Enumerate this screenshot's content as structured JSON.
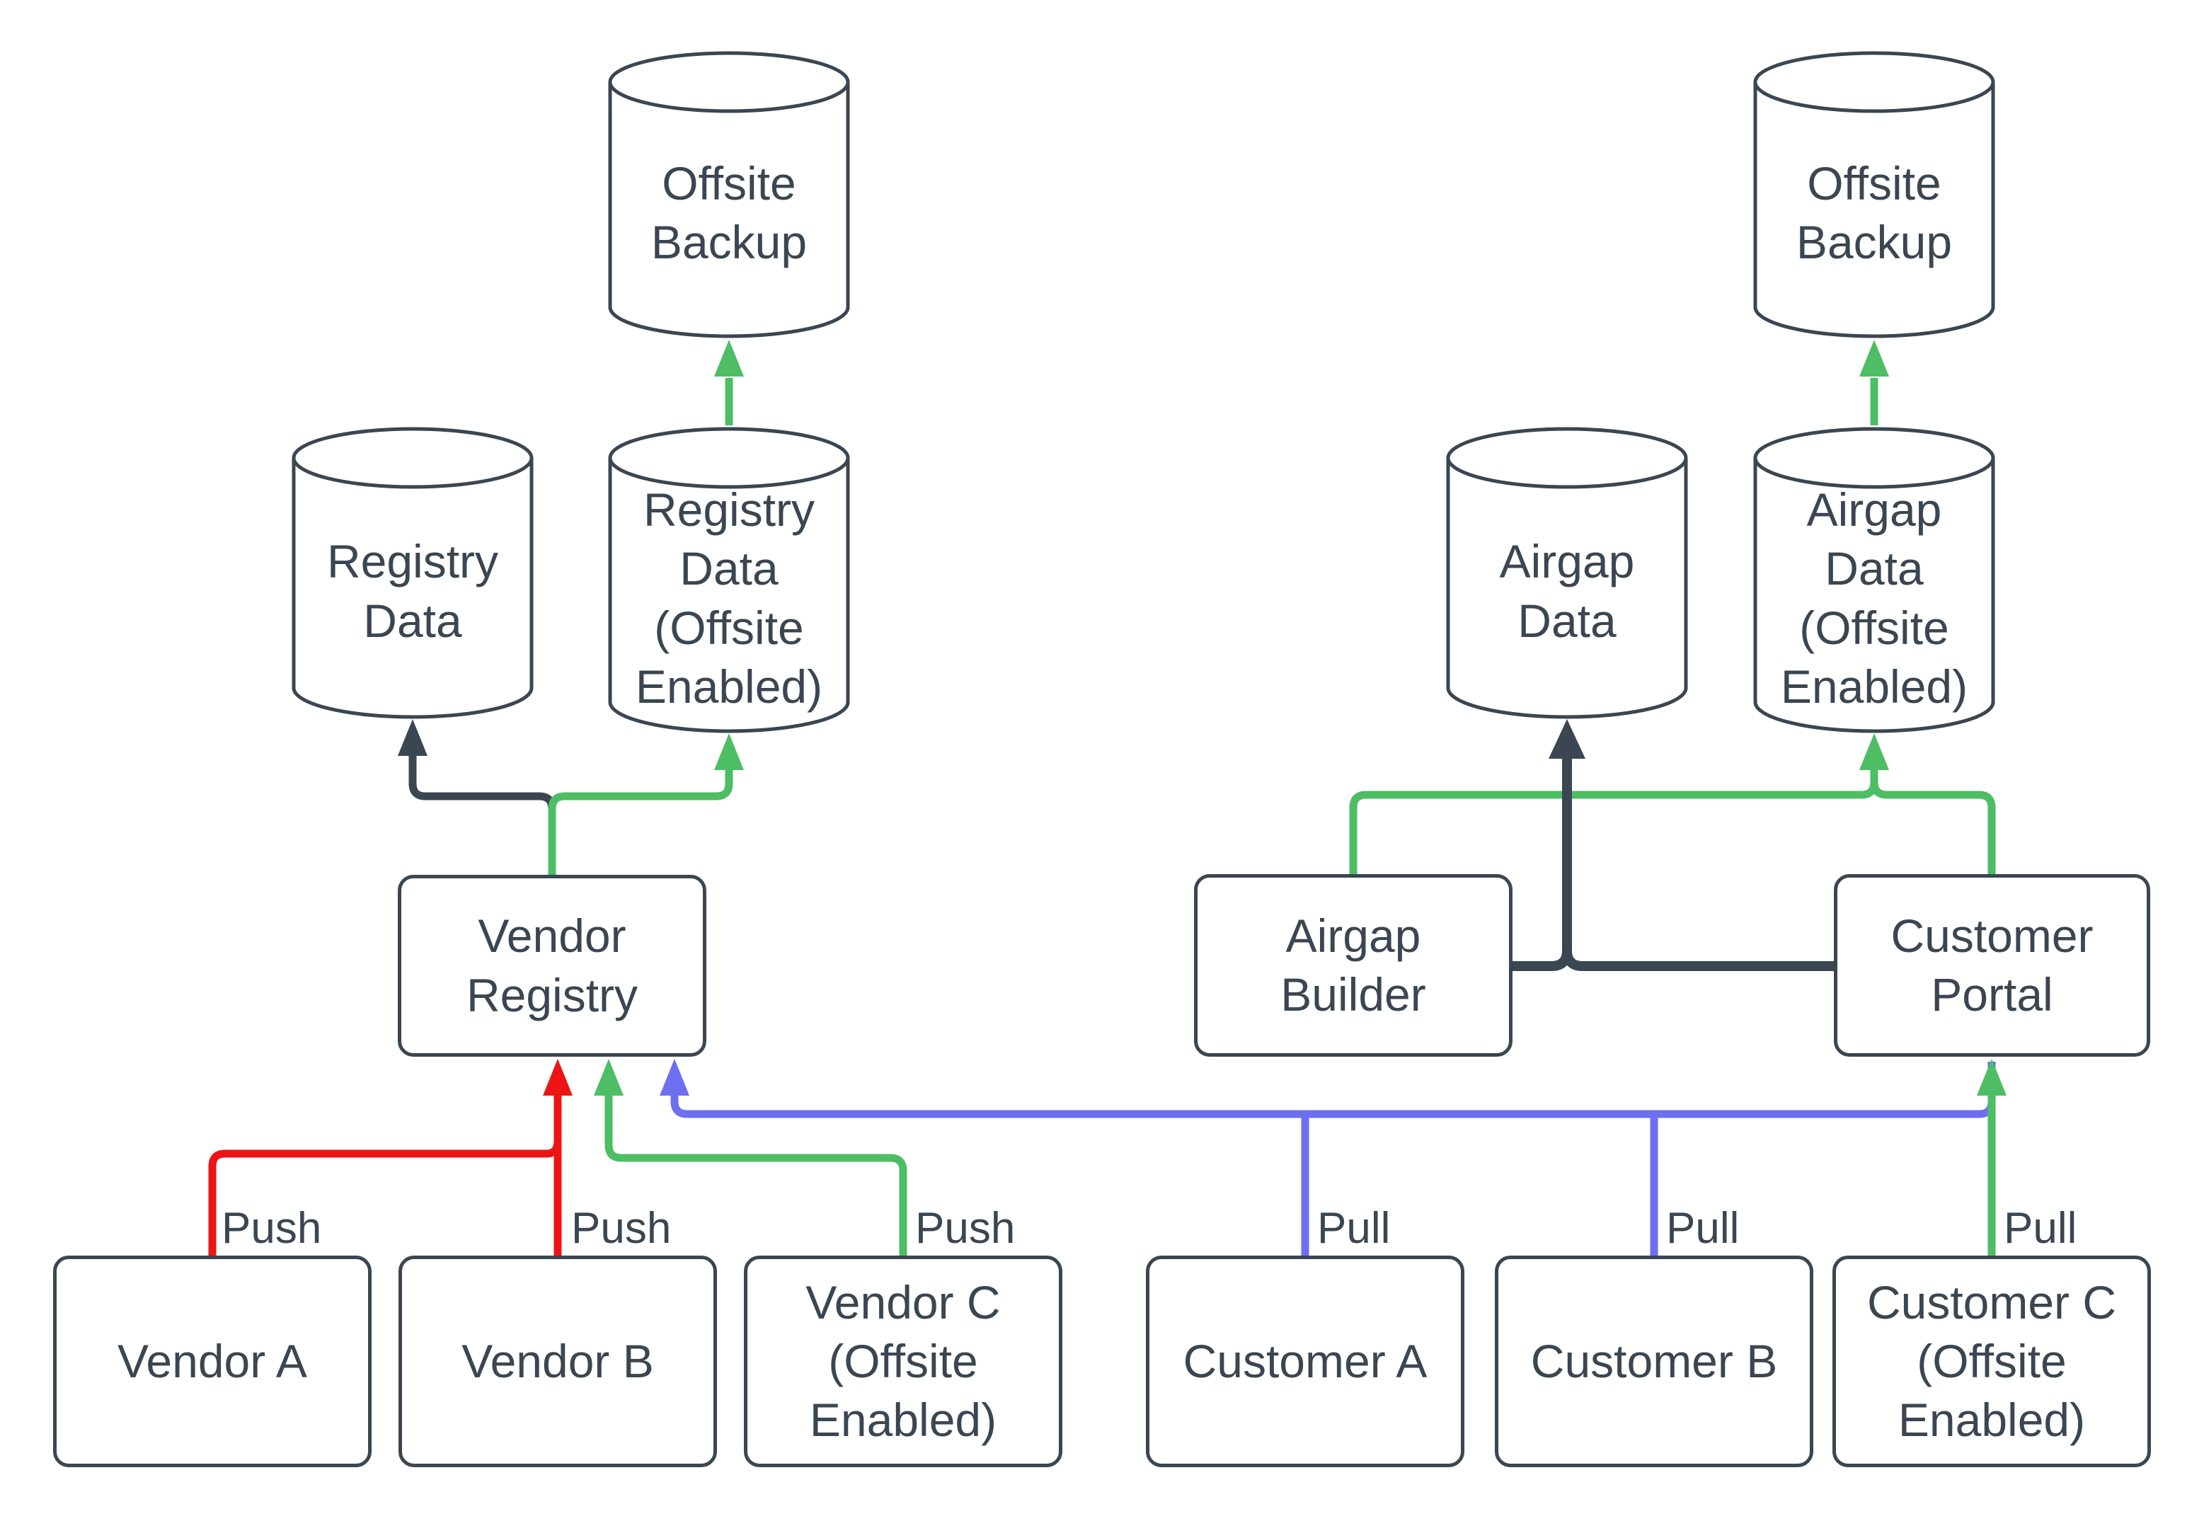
{
  "colors": {
    "dark": "#3a4651",
    "red": "#ec1414",
    "green": "#4dbe63",
    "blue": "#6e6ef2",
    "bg": "#ffffff"
  },
  "nodes": {
    "offsite_backup_left": {
      "label": "Offsite\nBackup",
      "shape": "cylinder"
    },
    "registry_data": {
      "label": "Registry\nData",
      "shape": "cylinder"
    },
    "registry_data_offsite": {
      "label": "Registry\nData\n(Offsite\nEnabled)",
      "shape": "cylinder"
    },
    "vendor_registry": {
      "label": "Vendor\nRegistry",
      "shape": "box"
    },
    "vendor_a": {
      "label": "Vendor A",
      "shape": "box"
    },
    "vendor_b": {
      "label": "Vendor B",
      "shape": "box"
    },
    "vendor_c": {
      "label": "Vendor C\n(Offsite\nEnabled)",
      "shape": "box"
    },
    "offsite_backup_right": {
      "label": "Offsite\nBackup",
      "shape": "cylinder"
    },
    "airgap_data": {
      "label": "Airgap\nData",
      "shape": "cylinder"
    },
    "airgap_data_offsite": {
      "label": "Airgap\nData\n(Offsite\nEnabled)",
      "shape": "cylinder"
    },
    "airgap_builder": {
      "label": "Airgap\nBuilder",
      "shape": "box"
    },
    "customer_portal": {
      "label": "Customer\nPortal",
      "shape": "box"
    },
    "customer_a": {
      "label": "Customer A",
      "shape": "box"
    },
    "customer_b": {
      "label": "Customer B",
      "shape": "box"
    },
    "customer_c": {
      "label": "Customer C\n(Offsite\nEnabled)",
      "shape": "box"
    }
  },
  "edge_labels": {
    "push_a": "Push",
    "push_b": "Push",
    "push_c": "Push",
    "pull_a": "Pull",
    "pull_b": "Pull",
    "pull_c": "Pull"
  },
  "edges": [
    {
      "from": "vendor_a",
      "to": "vendor_registry",
      "label": "Push",
      "color": "red"
    },
    {
      "from": "vendor_b",
      "to": "vendor_registry",
      "label": "Push",
      "color": "red"
    },
    {
      "from": "vendor_c",
      "to": "vendor_registry",
      "label": "Push",
      "color": "green"
    },
    {
      "from": "customer_a",
      "to": "vendor_registry",
      "label": "Pull",
      "color": "blue"
    },
    {
      "from": "customer_b",
      "to": "vendor_registry",
      "label": "Pull",
      "color": "blue"
    },
    {
      "from": "customer_portal",
      "to": "vendor_registry",
      "label": "",
      "color": "blue"
    },
    {
      "from": "customer_c",
      "to": "customer_portal",
      "label": "Pull",
      "color": "green"
    },
    {
      "from": "vendor_registry",
      "to": "registry_data",
      "label": "",
      "color": "dark"
    },
    {
      "from": "vendor_registry",
      "to": "registry_data_offsite",
      "label": "",
      "color": "green"
    },
    {
      "from": "registry_data_offsite",
      "to": "offsite_backup_left",
      "label": "",
      "color": "green"
    },
    {
      "from": "airgap_builder",
      "to": "airgap_data",
      "label": "",
      "color": "dark"
    },
    {
      "from": "customer_portal",
      "to": "airgap_data",
      "label": "",
      "color": "dark"
    },
    {
      "from": "airgap_builder",
      "to": "airgap_data_offsite",
      "label": "",
      "color": "green"
    },
    {
      "from": "customer_portal",
      "to": "airgap_data_offsite",
      "label": "",
      "color": "green"
    },
    {
      "from": "airgap_data_offsite",
      "to": "offsite_backup_right",
      "label": "",
      "color": "green"
    }
  ]
}
